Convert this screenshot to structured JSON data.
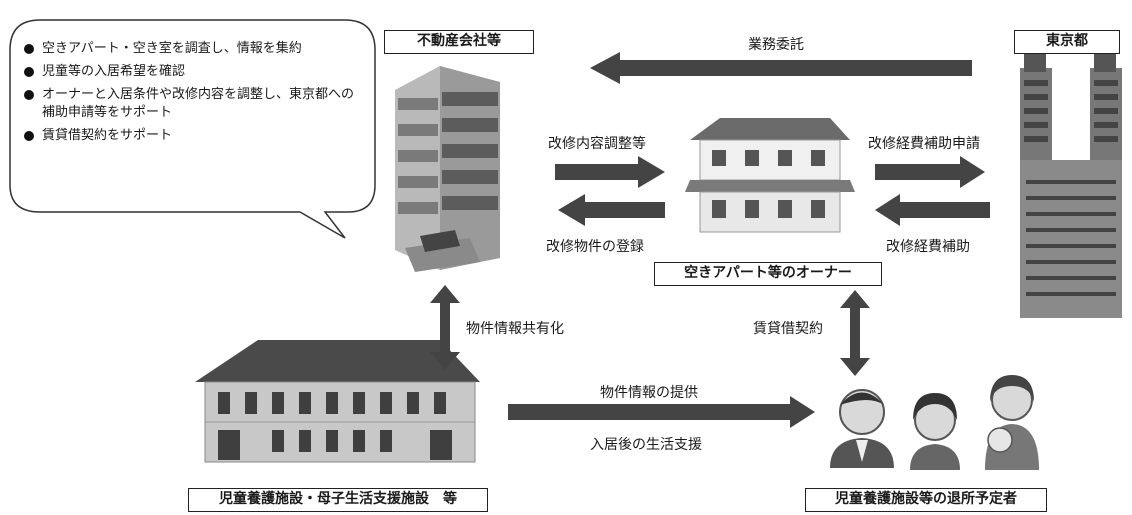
{
  "bubble": {
    "items": [
      "空きアパート・空き室を調査し、情報を集約",
      "児童等の入居希望を確認",
      "オーナーと入居条件や改修内容を調整し、東京都への補助申請等をサポート",
      "賃貸借契約をサポート"
    ]
  },
  "nodes": {
    "real_estate": "不動産会社等",
    "tokyo": "東京都",
    "owner": "空きアパート等のオーナー",
    "facility": "児童養護施設・母子生活支援施設　等",
    "leavers": "児童養護施設等の退所予定者"
  },
  "arrows": {
    "business_commission": "業務委託",
    "renovation_adjust": "改修内容調整等",
    "renovation_register": "改修物件の登録",
    "subsidy_apply": "改修経費補助申請",
    "subsidy": "改修経費補助",
    "info_share": "物件情報共有化",
    "lease": "賃貸借契約",
    "info_provide": "物件情報の提供",
    "life_support": "入居後の生活支援"
  }
}
